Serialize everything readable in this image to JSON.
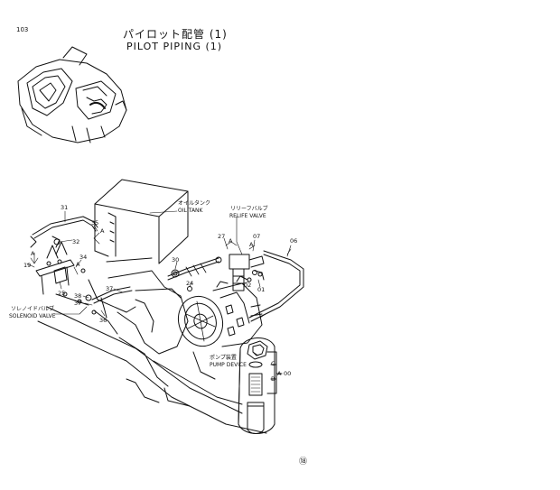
{
  "page": {
    "number": "103",
    "title_jp": "パイロット配管 (1)",
    "title_en": "PILOT  PIPING  (1)",
    "footer_mark": "⑱"
  },
  "labels": {
    "oil_tank_jp": "オイルタンク",
    "oil_tank_en": "OIL TANK",
    "relief_jp": "リリーフバルブ",
    "relief_en": "RELIFE VALVE",
    "solenoid_jp": "ソレノイドバルブ",
    "solenoid_en": "SOLENOID VALVE",
    "pump_jp": "ポンプ装置",
    "pump_en": "PUMP DEVICE"
  },
  "callouts": {
    "c31": "31",
    "c35": "35",
    "c32": "32",
    "c34": "34",
    "c19": "19",
    "c25": "25",
    "c38": "38",
    "c37a": "37",
    "c37b": "37",
    "c36": "36",
    "c30": "30",
    "c24": "24",
    "c27": "27",
    "c07": "07",
    "c06": "06",
    "c02": "02",
    "c01": "01",
    "c00": "00",
    "A1": "A",
    "A2": "A",
    "A3": "A",
    "A4": "A",
    "A5": "A",
    "B": "B",
    "C": "C"
  },
  "colors": {
    "line": "#111111",
    "background": "#ffffff"
  }
}
